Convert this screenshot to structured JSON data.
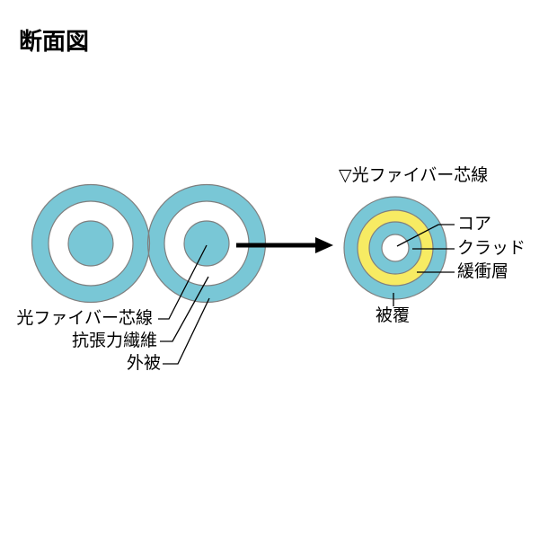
{
  "title": "断面図",
  "colors": {
    "teal": "#79C7D6",
    "yellow": "#F7EB63",
    "outline": "#7F7F7F",
    "line": "#000000",
    "white": "#FFFFFF"
  },
  "left_diagram": {
    "description_labels": [
      {
        "text": "光ファイバー芯線"
      },
      {
        "text": "抗張力繊維"
      },
      {
        "text": "外被"
      }
    ]
  },
  "right_diagram": {
    "header": "▽光ファイバー芯線",
    "description_labels": [
      {
        "text": "コア"
      },
      {
        "text": "クラッド"
      },
      {
        "text": "緩衝層"
      },
      {
        "text": "被覆"
      }
    ]
  }
}
